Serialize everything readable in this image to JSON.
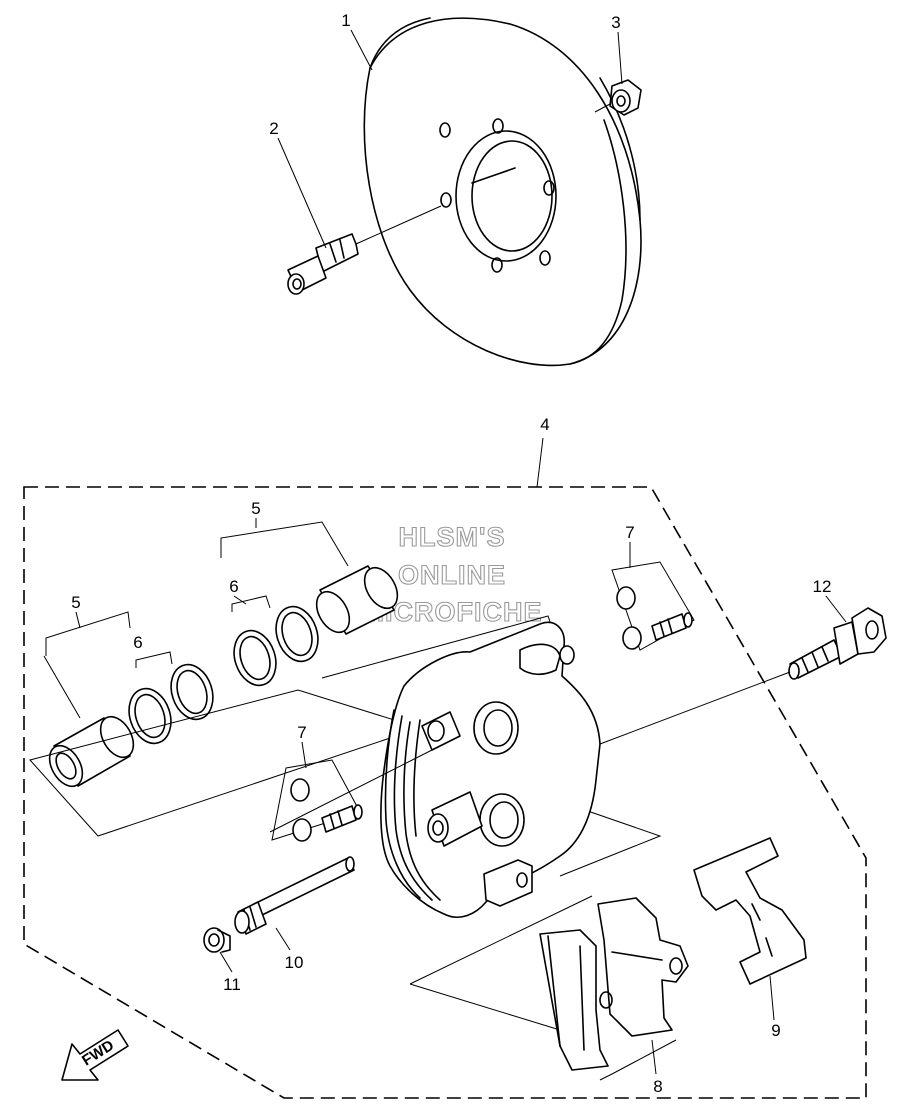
{
  "callouts": {
    "c1": "1",
    "c2": "2",
    "c3": "3",
    "c4": "4",
    "c5a": "5",
    "c5b": "5",
    "c6a": "6",
    "c6b": "6",
    "c7a": "7",
    "c7b": "7",
    "c8": "8",
    "c9": "9",
    "c10": "10",
    "c11": "11",
    "c12": "12"
  },
  "watermark": {
    "line1": "HLSM'S",
    "line2": "ONLINE",
    "line3": "MICROFICHE"
  },
  "direction_arrow": {
    "label": "FWD"
  }
}
